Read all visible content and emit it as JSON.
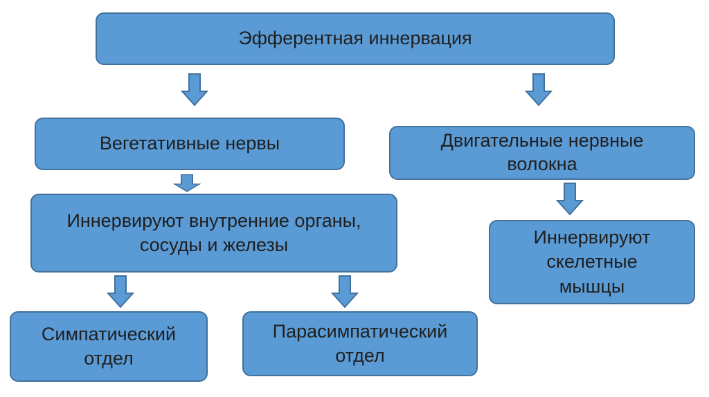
{
  "diagram": {
    "root": "Эфферентная иннервация",
    "vegetative": "Вегетативные  нервы",
    "motor": "Двигательные нервные\nволокна",
    "vegetative_target": "Иннервируют внутренние органы,\nсосуды и железы",
    "motor_target": "Иннервируют\nскелетные\nмышцы",
    "sympathetic": "Симпатический\nотдел",
    "parasympathetic": "Парасимпатический\nотдел"
  },
  "colors": {
    "box_fill": "#5b9bd5",
    "box_border": "#41719c",
    "text": "#1f1f1f"
  },
  "icons": [
    "arrow-down-icon"
  ]
}
